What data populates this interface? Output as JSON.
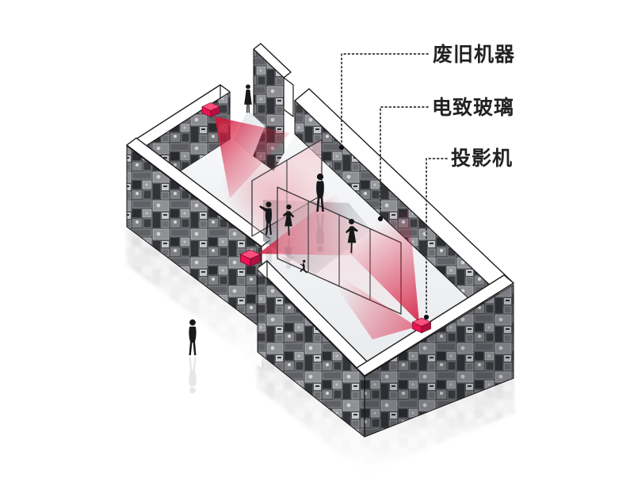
{
  "diagram": {
    "type": "isometric-exhibition-diagram",
    "labels": [
      {
        "id": "waste-machines",
        "text": "废旧机器"
      },
      {
        "id": "electrochromic-glass",
        "text": "电致玻璃"
      },
      {
        "id": "projector",
        "text": "投影机"
      }
    ],
    "counts": {
      "projectors": 3,
      "people": 7
    },
    "colors": {
      "background": "#ffffff",
      "projector_red": "#ee1253",
      "cone_red": "#d61639",
      "glass_pink": "#f0bac4",
      "wall_collage_gray": "#515257",
      "silhouette_black": "#17181a",
      "label_text": "#222222"
    }
  }
}
